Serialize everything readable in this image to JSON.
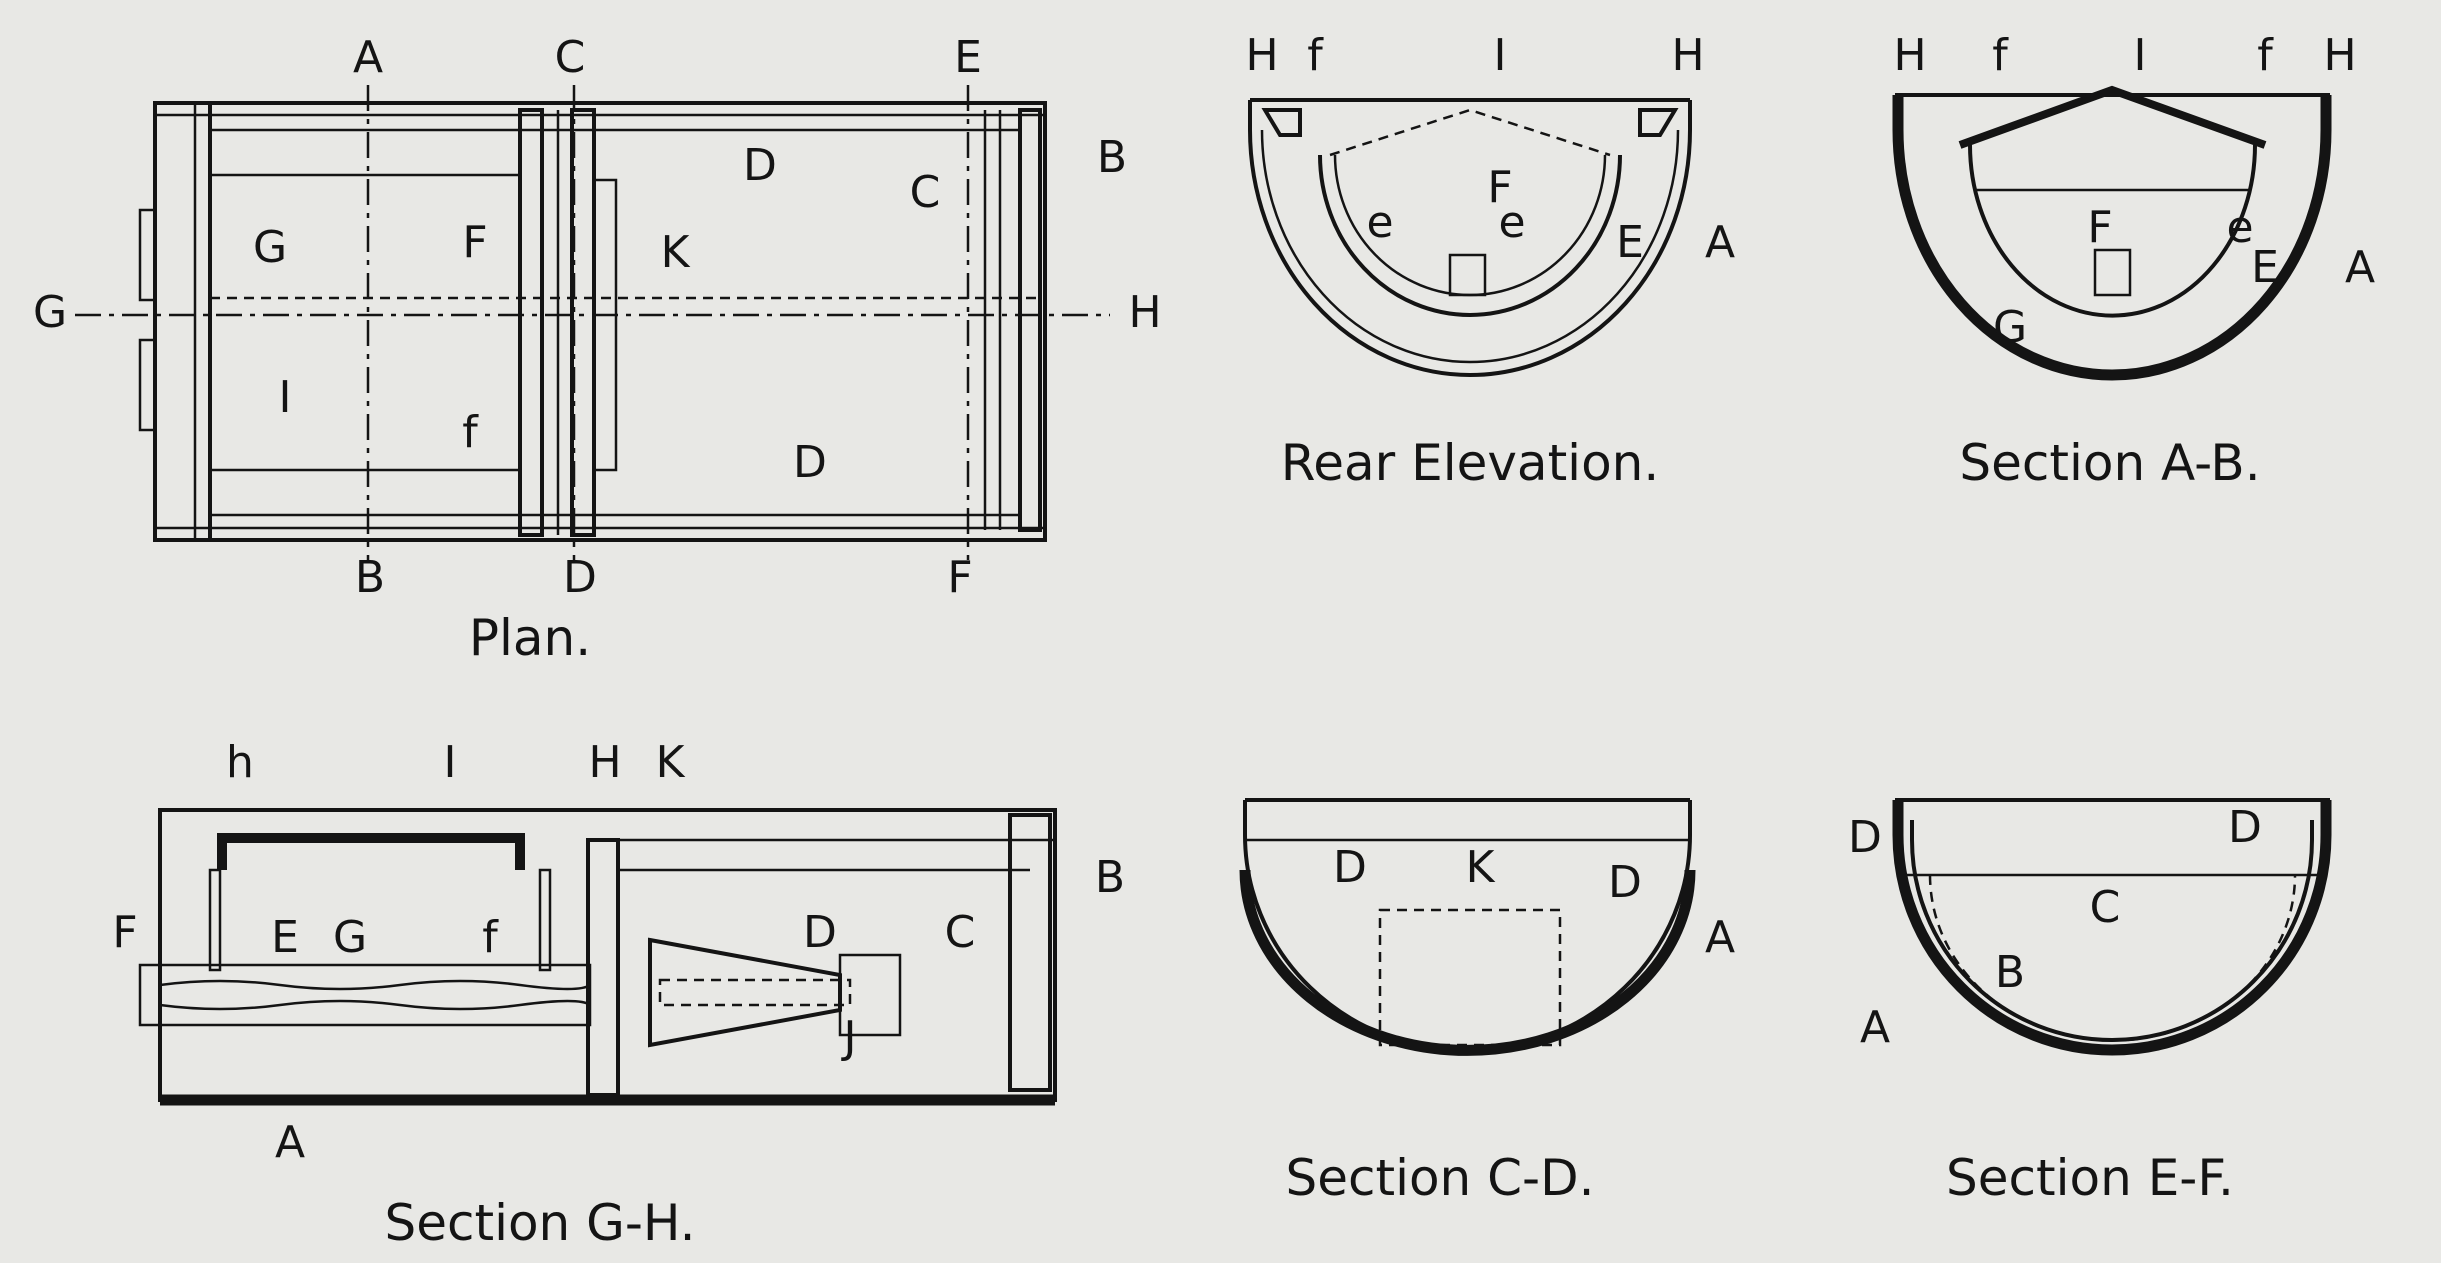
{
  "titles": {
    "plan": "Plan.",
    "rear_elevation": "Rear Elevation.",
    "section_ab": "Section A-B.",
    "section_gh": "Section G-H.",
    "section_cd": "Section C-D.",
    "section_ef": "Section E-F."
  },
  "plan_labels": [
    "A",
    "C",
    "E",
    "D",
    "C",
    "B",
    "G",
    "F",
    "K",
    "G",
    "H",
    "I",
    "f",
    "D",
    "B",
    "D",
    "F"
  ],
  "rear_labels": [
    "H",
    "f",
    "I",
    "H",
    "F",
    "e",
    "e",
    "E",
    "A"
  ],
  "ab_labels": [
    "H",
    "f",
    "I",
    "f",
    "H",
    "F",
    "e",
    "E",
    "A",
    "G"
  ],
  "gh_labels": [
    "h",
    "I",
    "H",
    "K",
    "F",
    "E",
    "G",
    "f",
    "D",
    "C",
    "B",
    "J",
    "A"
  ],
  "cd_labels": [
    "D",
    "K",
    "D",
    "A"
  ],
  "ef_labels": [
    "D",
    "D",
    "C",
    "B",
    "A"
  ]
}
